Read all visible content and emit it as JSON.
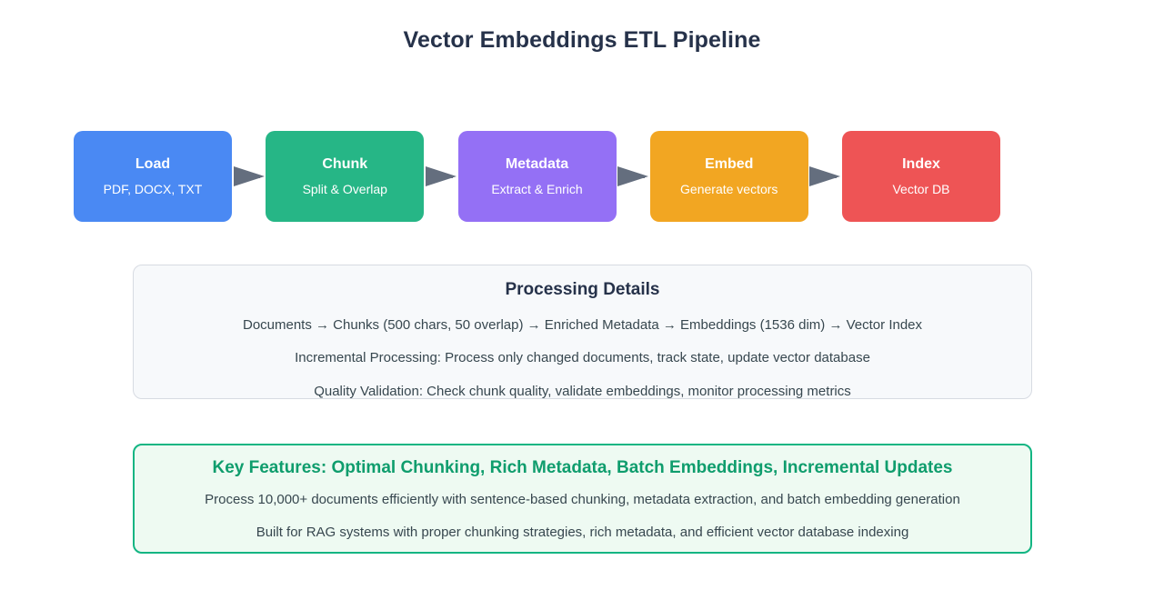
{
  "title": "Vector Embeddings ETL Pipeline",
  "pipeline": {
    "stages": [
      {
        "name": "Load",
        "sub": "PDF, DOCX, TXT",
        "color": "#4a89f3"
      },
      {
        "name": "Chunk",
        "sub": "Split & Overlap",
        "color": "#26b686"
      },
      {
        "name": "Metadata",
        "sub": "Extract & Enrich",
        "color": "#9470f5"
      },
      {
        "name": "Embed",
        "sub": "Generate vectors",
        "color": "#f2a622"
      },
      {
        "name": "Index",
        "sub": "Vector DB",
        "color": "#ee5455"
      }
    ],
    "connector_color": "#646e7e"
  },
  "details_panel": {
    "heading": "Processing Details",
    "lines": [
      "Documents → Chunks (500 chars, 50 overlap) → Enriched Metadata → Embeddings (1536 dim) → Vector Index",
      "Incremental Processing: Process only changed documents, track state, update vector database",
      "Quality Validation: Check chunk quality, validate embeddings, monitor processing metrics"
    ],
    "background": "#f7f9fb",
    "border_color": "#d7dbe2"
  },
  "features_panel": {
    "heading": "Key Features: Optimal Chunking, Rich Metadata, Batch Embeddings, Incremental Updates",
    "lines": [
      "Process 10,000+ documents efficiently with sentence-based chunking, metadata extraction, and batch embedding generation",
      "Built for RAG systems with proper chunking strategies, rich metadata, and efficient vector database indexing"
    ],
    "background": "#eefaf2",
    "border_color": "#13b583",
    "heading_color": "#0f9d6d"
  }
}
